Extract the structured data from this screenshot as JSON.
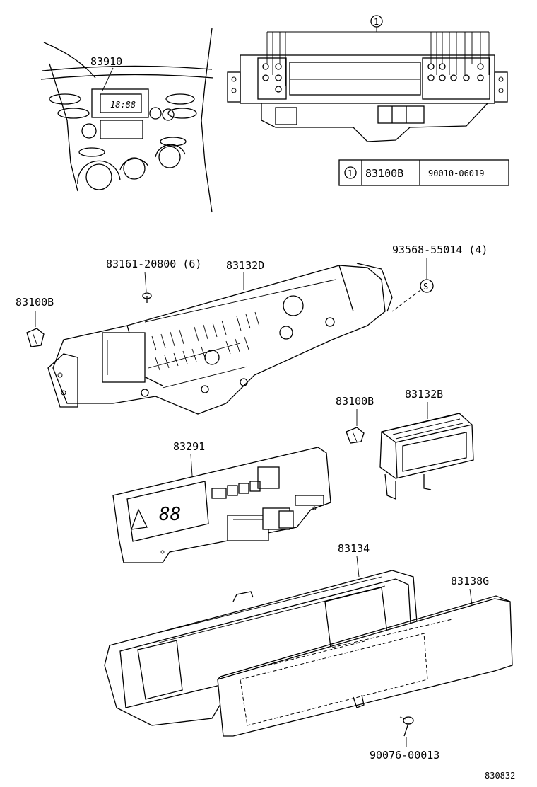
{
  "callout_circle_number": "1",
  "table": {
    "marker": "1",
    "part_number": "83100B",
    "bulb_number": "90010-06019"
  },
  "labels": {
    "clock_ref": "83910",
    "bulb_top": "83100B",
    "screw_left": "83161-20800 (6)",
    "housing": "83132D",
    "screw_right": "93568-55014 (4)",
    "screw_mark": "S",
    "bulb_mid": "83100B",
    "display": "83132B",
    "circuit_board": "83291",
    "case": "83134",
    "glass": "83138G",
    "bolt": "90076-00013",
    "drawing_no": "830832"
  },
  "display_digits": "18:88"
}
